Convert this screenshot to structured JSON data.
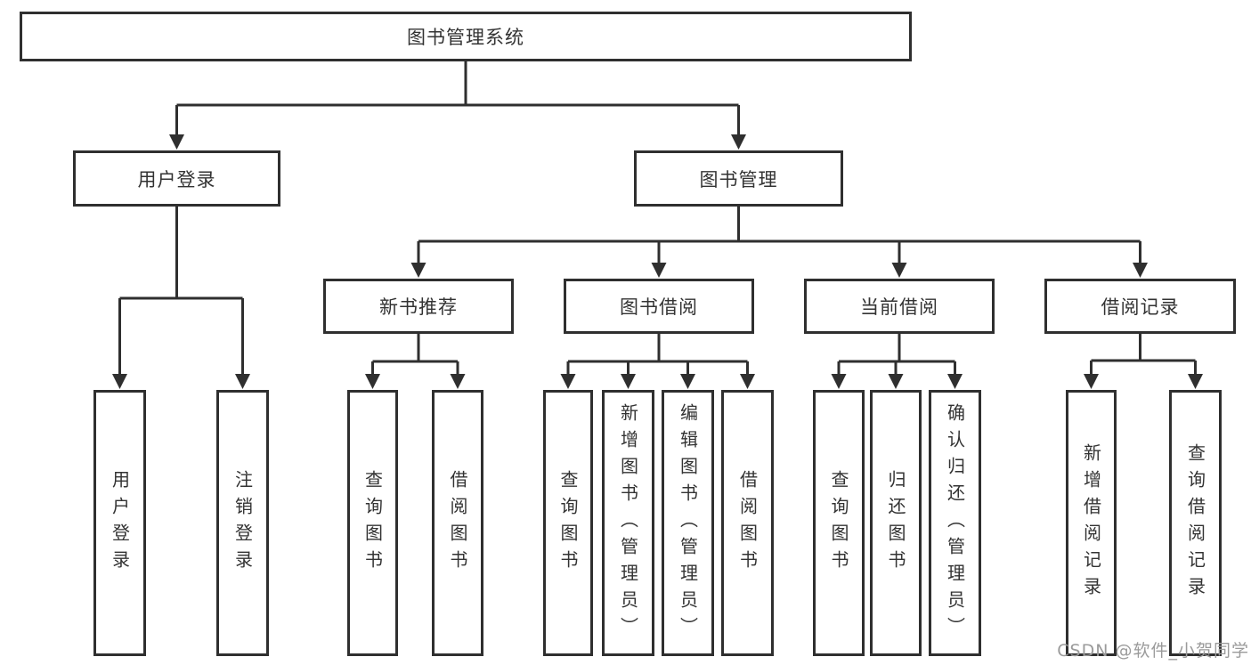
{
  "diagram_type": "hierarchy-tree",
  "colors": {
    "line": "#2f2f2f",
    "box_border": "#2f2f2f",
    "text": "#333333",
    "background": "#ffffff",
    "watermark": "#9b9b9b"
  },
  "tree": {
    "label": "图书管理系统",
    "children": [
      {
        "label": "用户登录",
        "children": [
          {
            "label": "用户登录"
          },
          {
            "label": "注销登录"
          }
        ]
      },
      {
        "label": "图书管理",
        "children": [
          {
            "label": "新书推荐",
            "children": [
              {
                "label": "查询图书"
              },
              {
                "label": "借阅图书"
              }
            ]
          },
          {
            "label": "图书借阅",
            "children": [
              {
                "label": "查询图书"
              },
              {
                "label": "新增图书（管理员）"
              },
              {
                "label": "编辑图书（管理员）"
              },
              {
                "label": "借阅图书"
              }
            ]
          },
          {
            "label": "当前借阅",
            "children": [
              {
                "label": "查询图书"
              },
              {
                "label": "归还图书"
              },
              {
                "label": "确认归还（管理员）"
              }
            ]
          },
          {
            "label": "借阅记录",
            "children": [
              {
                "label": "新增借阅记录"
              },
              {
                "label": "查询借阅记录"
              }
            ]
          }
        ]
      }
    ]
  },
  "watermark": {
    "text": "CSDN @软件_小贺同学"
  }
}
